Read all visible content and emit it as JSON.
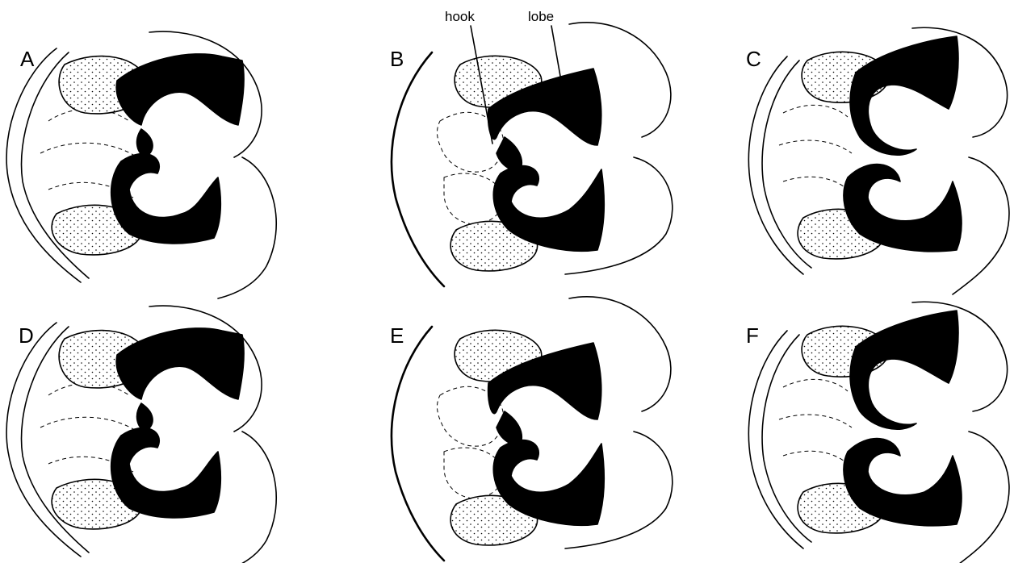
{
  "figure": {
    "panels": [
      {
        "letter": "A"
      },
      {
        "letter": "B"
      },
      {
        "letter": "C"
      },
      {
        "letter": "D"
      },
      {
        "letter": "E"
      },
      {
        "letter": "F"
      }
    ],
    "callouts": {
      "hook": "hook",
      "lobe": "lobe"
    }
  }
}
